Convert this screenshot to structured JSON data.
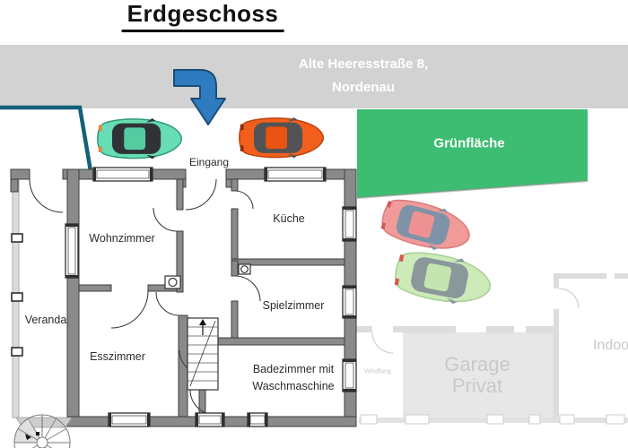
{
  "title": {
    "text": "Erdgeschoss"
  },
  "banner": {
    "line1": "Alte Heeresstraße 8,",
    "line2": "Nordenau",
    "bg_color": "#d2d2d2",
    "text_color": "#ffffff"
  },
  "green_area": {
    "label": "Grünfläche",
    "fill": "#3cbd72",
    "text_color": "#ffffff"
  },
  "driveway_arrow": {
    "fill": "#2e7bc0",
    "stroke": "#1b4e79"
  },
  "boundary_line_color": "#15607a",
  "floor_plan": {
    "wall_color": "#8a8a8a",
    "labels": {
      "eingang": "Eingang",
      "wohnzimmer": "Wohnzimmer",
      "kueche": "Küche",
      "spielzimmer": "Spielzimmer",
      "esszimmer": "Esszimmer",
      "veranda": "Veranda",
      "badezimmer_line1": "Badezimmer mit",
      "badezimmer_line2": "Waschmaschine"
    }
  },
  "background_plan": {
    "garage_line1": "Garage",
    "garage_line2": "Privat",
    "windfang": "Windfang",
    "indoor": "Indoo",
    "text_color": "#c9c9c9"
  },
  "cars": {
    "teal": {
      "body": "#68dcb2",
      "glass": "#2f3337",
      "roof": "#54cba1",
      "outline": "#2f9b79",
      "accent": "#e8863c"
    },
    "orange": {
      "body": "#f25f1d",
      "glass": "#535355",
      "roof": "#ea5312",
      "outline": "#bc430c",
      "accent": "#8c2f05"
    },
    "red": {
      "body": "#f09a9a",
      "glass": "#7e93a8",
      "roof": "#ee9192",
      "outline": "#da7f7f",
      "accent": "#d95454"
    },
    "green": {
      "body": "#cdeab9",
      "glass": "#8b989b",
      "roof": "#c5e5b0",
      "outline": "#aed29b",
      "accent": "#da5a49"
    }
  }
}
